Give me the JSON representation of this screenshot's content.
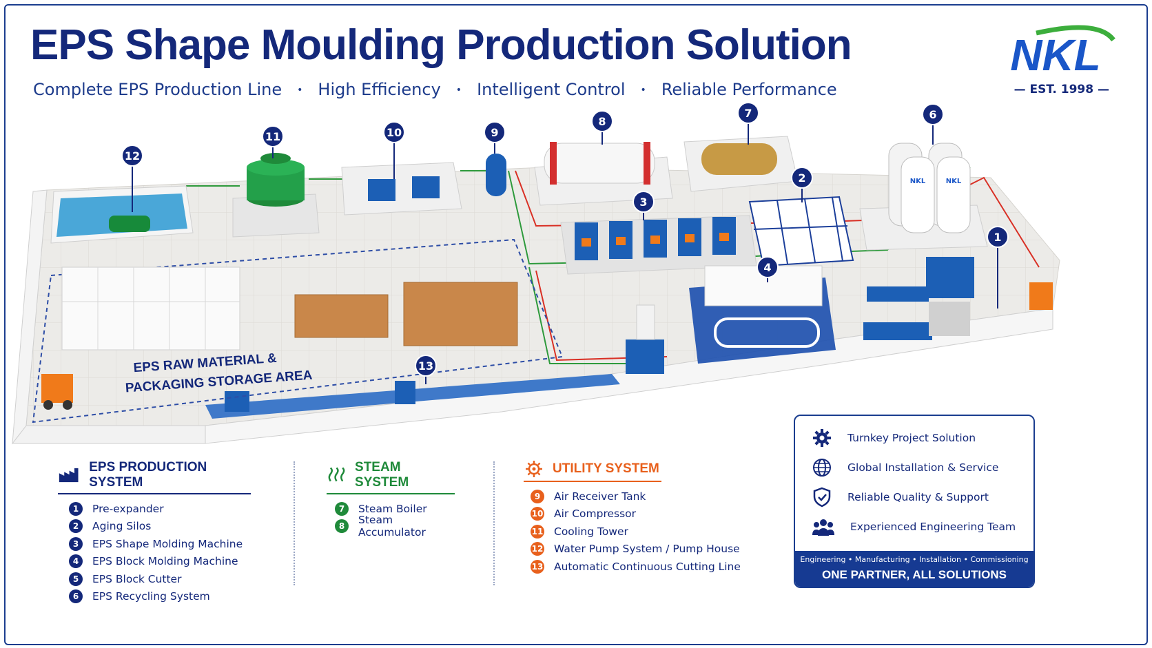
{
  "header": {
    "title": "EPS Shape Moulding Production Solution",
    "subtitle_items": [
      "Complete EPS Production Line",
      "High Efficiency",
      "Intelligent Control",
      "Reliable Performance"
    ],
    "subtitle_separator": "•",
    "logo_text": "NKL",
    "est": "— EST. 1998 —"
  },
  "scene": {
    "storage_area_label_line1": "EPS RAW MATERIAL &",
    "storage_area_label_line2": "PACKAGING STORAGE AREA",
    "silo_brand": "NKL",
    "markers": [
      "1",
      "2",
      "3",
      "4",
      "6",
      "7",
      "8",
      "9",
      "10",
      "11",
      "12",
      "13"
    ]
  },
  "legend": {
    "production": {
      "title": "EPS PRODUCTION SYSTEM",
      "color": "#14287a",
      "items": [
        {
          "num": "1",
          "label": "Pre-expander"
        },
        {
          "num": "2",
          "label": "Aging Silos"
        },
        {
          "num": "3",
          "label": "EPS Shape Molding Machine"
        },
        {
          "num": "4",
          "label": "EPS Block Molding Machine"
        },
        {
          "num": "5",
          "label": "EPS Block Cutter"
        },
        {
          "num": "6",
          "label": "EPS Recycling System"
        }
      ]
    },
    "steam": {
      "title": "STEAM SYSTEM",
      "color": "#1f8a3a",
      "items": [
        {
          "num": "7",
          "label": "Steam Boiler"
        },
        {
          "num": "8",
          "label": "Steam Accumulator"
        }
      ]
    },
    "utility": {
      "title": "UTILITY SYSTEM",
      "color": "#e8601c",
      "items": [
        {
          "num": "9",
          "label": "Air Receiver Tank"
        },
        {
          "num": "10",
          "label": "Air Compressor"
        },
        {
          "num": "11",
          "label": "Cooling Tower"
        },
        {
          "num": "12",
          "label": "Water Pump System / Pump House"
        },
        {
          "num": "13",
          "label": "Automatic Continuous Cutting Line"
        }
      ]
    }
  },
  "panel": {
    "items": [
      {
        "icon": "gear-icon",
        "label": "Turnkey Project Solution"
      },
      {
        "icon": "globe-icon",
        "label": "Global Installation & Service"
      },
      {
        "icon": "shield-check-icon",
        "label": "Reliable Quality & Support"
      },
      {
        "icon": "team-icon",
        "label": "Experienced Engineering Team"
      }
    ],
    "footer_tags": "Engineering  •  Manufacturing  •  Installation  •  Commissioning",
    "footer_motto": "ONE PARTNER, ALL SOLUTIONS"
  },
  "colors": {
    "navy": "#14287a",
    "green": "#1f8a3a",
    "orange": "#e8601c",
    "panel_footer": "#163a92"
  }
}
